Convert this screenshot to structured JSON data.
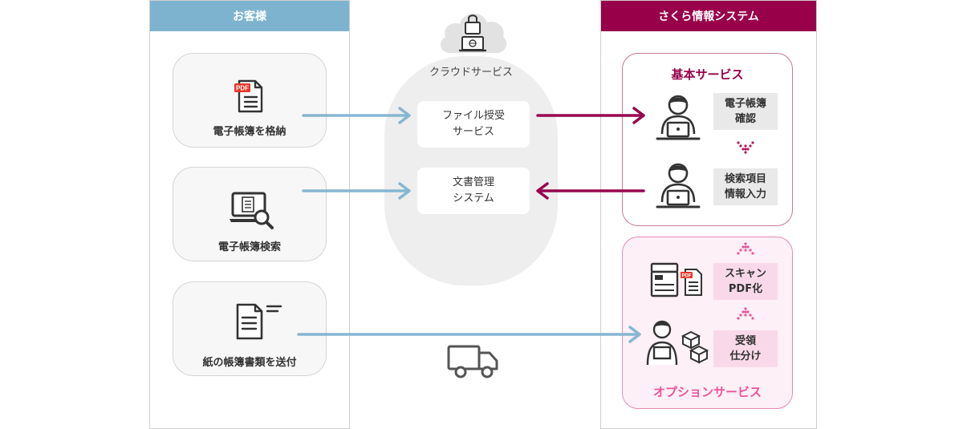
{
  "customer": {
    "header": "お客様",
    "cards": [
      {
        "label": "電子帳簿を格納",
        "icon": "pdf-document-icon"
      },
      {
        "label": "電子帳簿検索",
        "icon": "laptop-search-icon"
      },
      {
        "label": "紙の帳簿書類を送付",
        "icon": "paper-document-send-icon"
      }
    ]
  },
  "cloud": {
    "label": "クラウドサービス",
    "services": [
      {
        "line1": "ファイル授受",
        "line2": "サービス"
      },
      {
        "line1": "文書管理",
        "line2": "システム"
      }
    ]
  },
  "sakura": {
    "header": "さくら情報システム",
    "basic": {
      "title": "基本サービス",
      "tasks": [
        {
          "line1": "電子帳簿",
          "line2": "確認"
        },
        {
          "line1": "検索項目",
          "line2": "情報入力"
        }
      ]
    },
    "option": {
      "title": "オプションサービス",
      "tasks": [
        {
          "line1": "スキャン",
          "line2": "PDF化"
        },
        {
          "line1": "受領",
          "line2": "仕分け"
        }
      ]
    },
    "pdf_badge": "PDF"
  },
  "colors": {
    "customer_header": "#7eb3cf",
    "sakura_header": "#98004a",
    "blue_arrow": "#86b6d2",
    "crimson_arrow": "#98054f",
    "option_pink": "#e9559b"
  }
}
